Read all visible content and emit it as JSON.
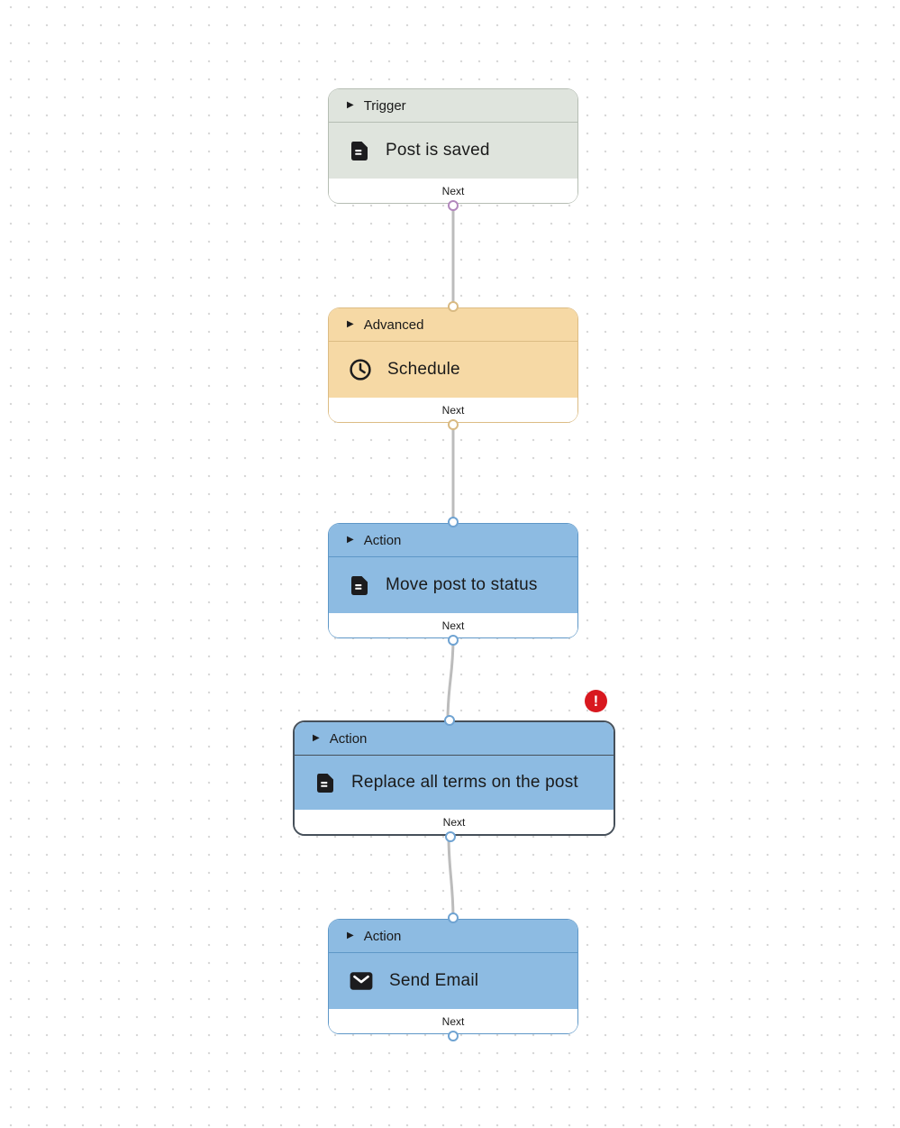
{
  "theme": {
    "canvas_bg": "#ffffff",
    "dot_color": "#d8d8d8",
    "connector_color": "#bcbcbc",
    "error_red": "#d8181f",
    "text_color": "#1a1a1a",
    "footer_bg": "#ffffff"
  },
  "icons": {
    "collapse_glyph": "▶"
  },
  "error_badge": {
    "symbol": "!",
    "color": "#d8181f"
  },
  "nodes": [
    {
      "category": "Trigger",
      "title": "Post is saved",
      "next_label": "Next",
      "icon": "document-icon",
      "accent": "#dfe4dd",
      "border": "#b5bdb3",
      "port_color": "#b288bd"
    },
    {
      "category": "Advanced",
      "title": "Schedule",
      "next_label": "Next",
      "icon": "clock-icon",
      "accent": "#f6d9a5",
      "border": "#dcbc84",
      "port_color": "#d9ba82"
    },
    {
      "category": "Action",
      "title": "Move post to status",
      "next_label": "Next",
      "icon": "document-icon",
      "accent": "#8dbbe2",
      "border": "#5e97c7",
      "port_color": "#6fa3d2"
    },
    {
      "category": "Action",
      "title": "Replace all terms on the post",
      "next_label": "Next",
      "icon": "document-icon",
      "accent": "#8dbbe2",
      "border": "#46505a",
      "port_color": "#6fa3d2",
      "selected": true,
      "has_error": true
    },
    {
      "category": "Action",
      "title": "Send Email",
      "next_label": "Next",
      "icon": "mail-icon",
      "accent": "#8dbbe2",
      "border": "#5e97c7",
      "port_color": "#6fa3d2"
    }
  ],
  "connections": [
    {
      "from": "Post is saved",
      "to": "Schedule"
    },
    {
      "from": "Schedule",
      "to": "Move post to status"
    },
    {
      "from": "Move post to status",
      "to": "Replace all terms on the post"
    },
    {
      "from": "Replace all terms on the post",
      "to": "Send Email"
    }
  ]
}
